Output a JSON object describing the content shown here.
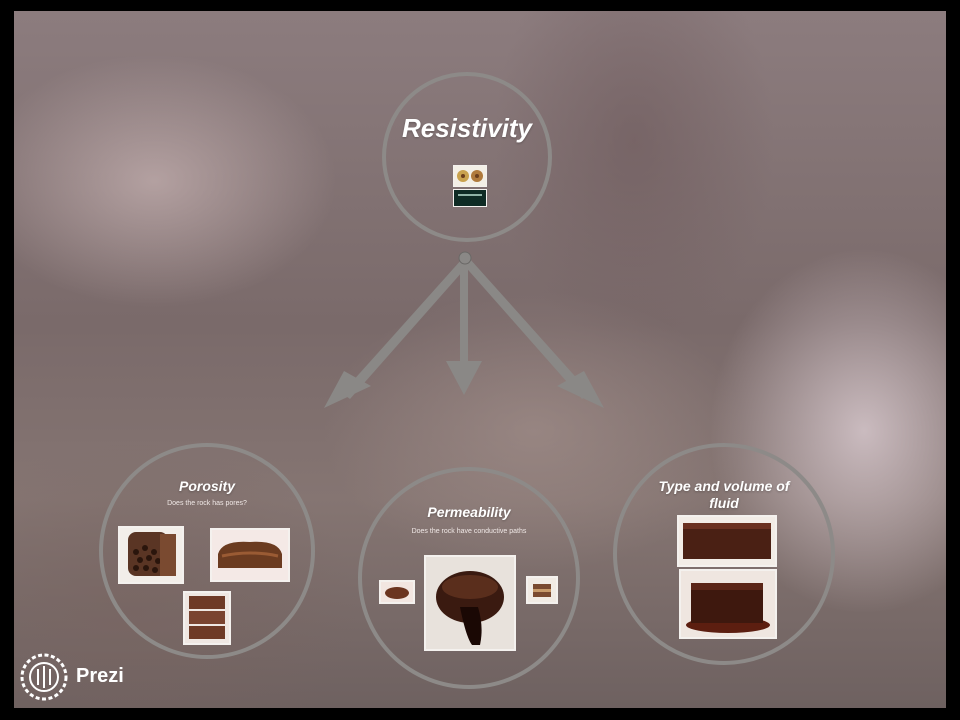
{
  "presentation": {
    "colors": {
      "ring": "#8d8a88",
      "connector": "#8a8886",
      "title_text": "#ffffff"
    },
    "root": {
      "title": "Resistivity",
      "thumbnails": [
        "cake-diagram-thumbnail",
        "dark-slide-thumbnail"
      ]
    },
    "topics": [
      {
        "title": "Porosity",
        "subtitle": "Does the rock has pores?",
        "images": [
          "aero-chocolate-photo",
          "sponge-cake-photo",
          "chocolate-bar-photo"
        ]
      },
      {
        "title": "Permeability",
        "subtitle": "Does the rock have conductive paths",
        "images": [
          "small-cake-photo",
          "lava-cake-photo",
          "cake-slice-photo"
        ]
      },
      {
        "title": "Type and volume of fluid",
        "subtitle": "",
        "images": [
          "brownie-photo",
          "fudge-cake-photo"
        ]
      }
    ]
  },
  "branding": {
    "logo_text": "Prezi",
    "icon": "prezi-logo-icon"
  }
}
